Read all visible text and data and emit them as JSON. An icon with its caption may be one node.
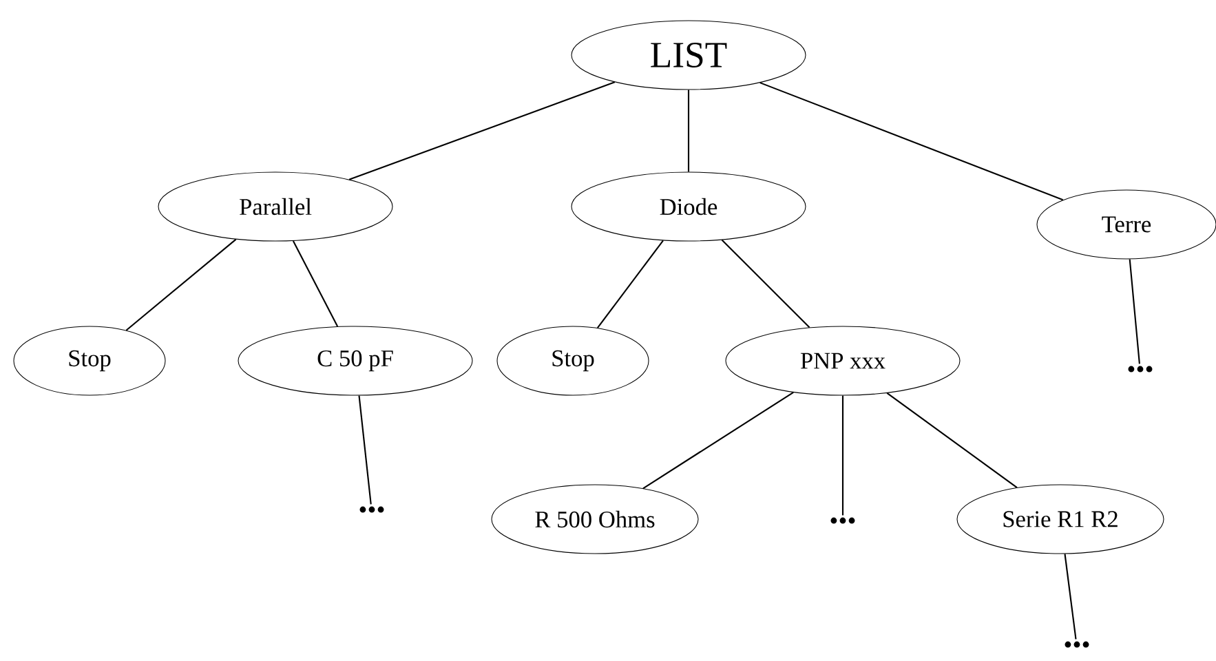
{
  "diagram": {
    "nodes": [
      {
        "text": [
          "LIST"
        ]
      },
      {
        "text": [
          "Parallel"
        ]
      },
      {
        "text": [
          "Diode"
        ]
      },
      {
        "text": [
          "Terre"
        ]
      },
      {
        "text": [
          "Stop"
        ]
      },
      {
        "text": [
          "C 50 pF"
        ]
      },
      {
        "text": [
          "•••"
        ]
      },
      {
        "text": [
          "Stop"
        ]
      },
      {
        "text": [
          "PNP xxx"
        ]
      },
      {
        "text": [
          "•••"
        ]
      },
      {
        "text": [
          "R 500 Ohms"
        ]
      },
      {
        "text": [
          "•••"
        ]
      },
      {
        "text": [
          "Serie R1 R2"
        ]
      },
      {
        "text": [
          "•••"
        ]
      }
    ],
    "edges": [
      {
        "from": 0,
        "to": 1,
        "arrow": "none"
      },
      {
        "from": 0,
        "to": 2,
        "arrow": "none"
      },
      {
        "from": 0,
        "to": 3,
        "arrow": "none"
      },
      {
        "from": 1,
        "to": 4,
        "arrow": "none"
      },
      {
        "from": 1,
        "to": 5,
        "arrow": "none"
      },
      {
        "from": 5,
        "to": 6,
        "arrow": "none"
      },
      {
        "from": 2,
        "to": 7,
        "arrow": "none"
      },
      {
        "from": 2,
        "to": 8,
        "arrow": "none"
      },
      {
        "from": 3,
        "to": 9,
        "arrow": "none"
      },
      {
        "from": 8,
        "to": 10,
        "arrow": "none"
      },
      {
        "from": 8,
        "to": 11,
        "arrow": "none"
      },
      {
        "from": 8,
        "to": 12,
        "arrow": "none"
      },
      {
        "from": 12,
        "to": 13,
        "arrow": "none"
      }
    ]
  }
}
